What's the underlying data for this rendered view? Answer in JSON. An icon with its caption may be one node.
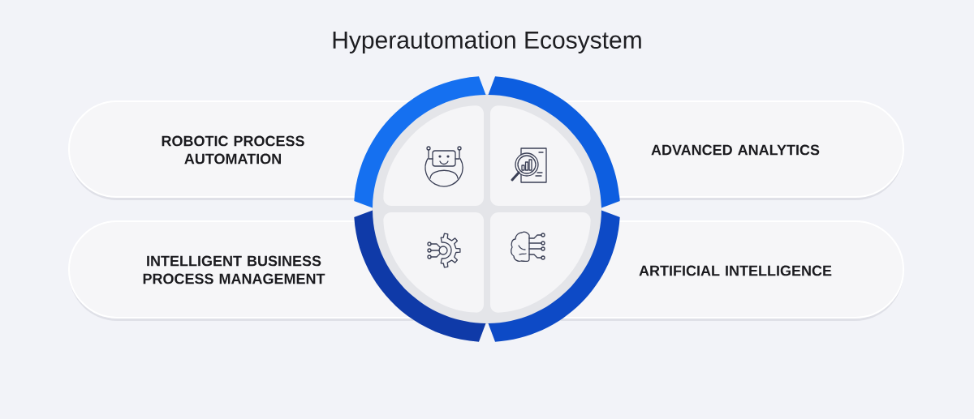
{
  "diagram": {
    "title": "Hyperautomation Ecosystem",
    "nodes": [
      {
        "text": [
          "ROBOTIC PROCESS AUTOMATION"
        ]
      },
      {
        "text": [
          "ADVANCED ANALYTICS"
        ]
      },
      {
        "text": [
          "INTELLIGENT BUSINESS PROCESS MANAGEMENT"
        ]
      },
      {
        "text": [
          "ARTIFICIAL INTELLIGENCE"
        ]
      }
    ]
  }
}
